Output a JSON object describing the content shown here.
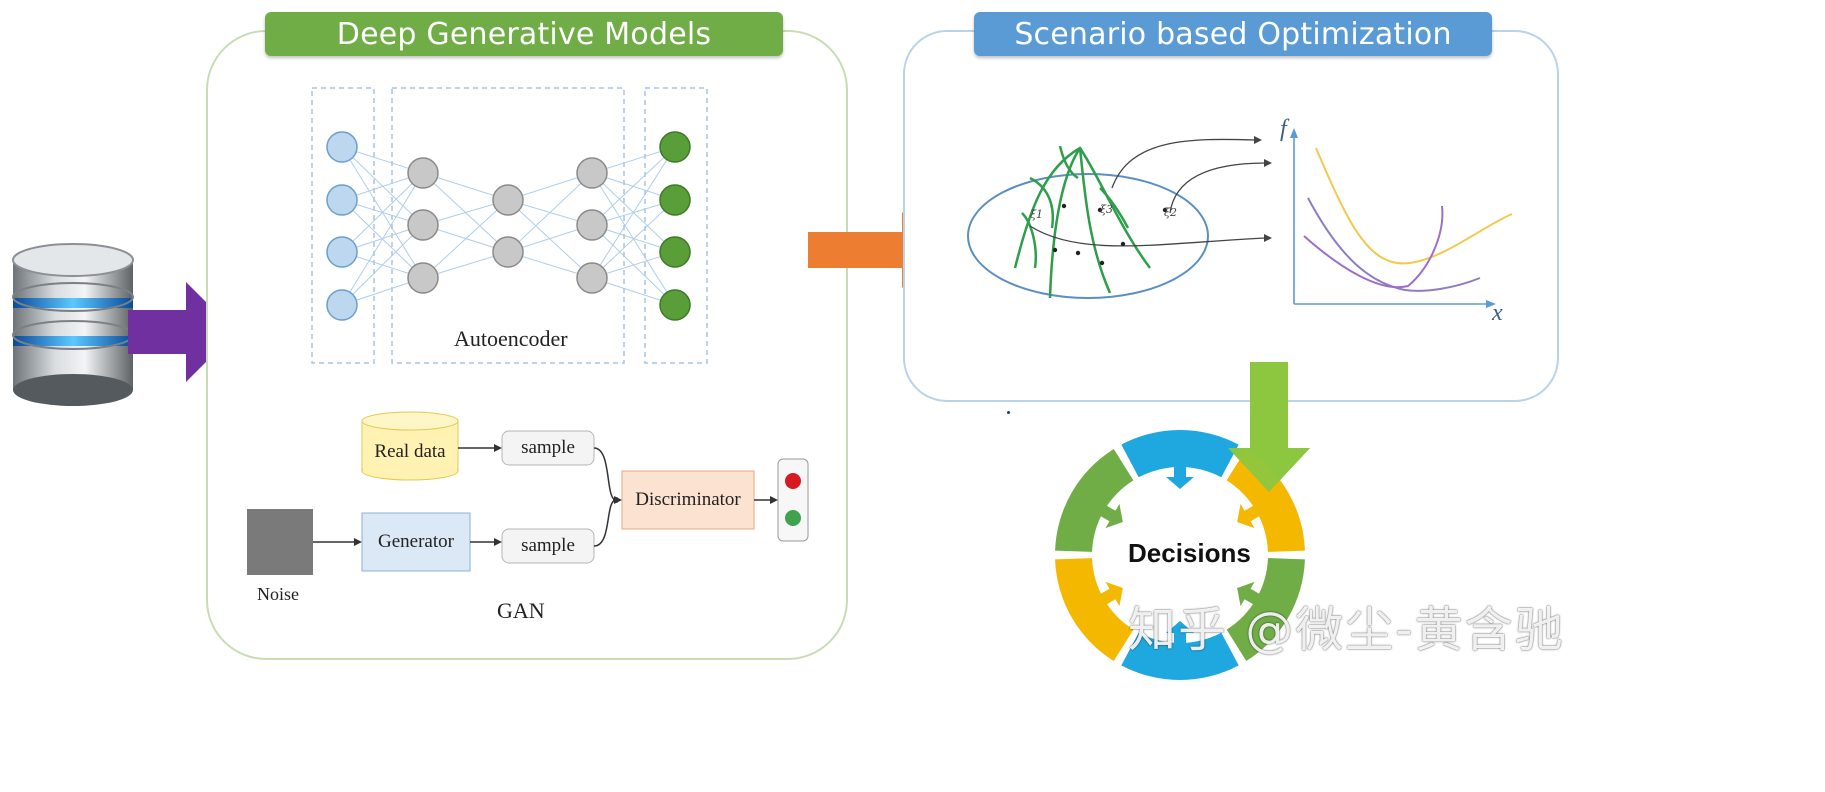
{
  "deep_generative": {
    "title": "Deep Generative Models",
    "autoencoder_label": "Autoencoder",
    "gan": {
      "label": "GAN",
      "real_data": "Real data",
      "sample_top": "sample",
      "sample_bottom": "sample",
      "generator": "Generator",
      "discriminator": "Discriminator",
      "noise": "Noise"
    }
  },
  "scenario": {
    "title": "Scenario based Optimization",
    "axis_y": "f",
    "axis_x": "x"
  },
  "decisions": {
    "label": "Decisions"
  },
  "watermark": "知乎 @微尘-黄含驰",
  "colors": {
    "green_banner": "#70ad47",
    "blue_banner": "#5b9bd5",
    "purple_arrow": "#7030a0",
    "orange_arrow": "#ed7d31",
    "green_arrow": "#8dc63f",
    "node_blue": "#bdd7ee",
    "node_gray": "#c8c8c8",
    "node_green": "#5a9e3a",
    "cycle_green": "#70ad47",
    "cycle_blue": "#1fa8e0",
    "cycle_yellow": "#f5b800"
  }
}
